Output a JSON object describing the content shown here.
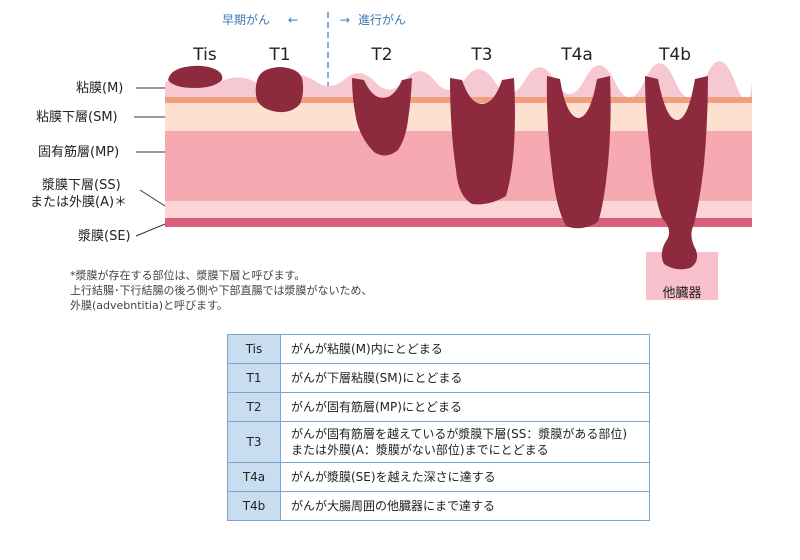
{
  "header": {
    "early_label": "早期がん",
    "advanced_label": "進行がん",
    "early_arrow": "←",
    "advanced_arrow": "→"
  },
  "stages": [
    "Tis",
    "T1",
    "T2",
    "T3",
    "T4a",
    "T4b"
  ],
  "layers": [
    {
      "label": "粘膜(M)"
    },
    {
      "label": "粘膜下層(SM)"
    },
    {
      "label": "固有筋層(MP)"
    },
    {
      "label": "漿膜下層(SS)",
      "label2": "または外膜(A)＊"
    },
    {
      "label": "漿膜(SE)"
    }
  ],
  "other_organ": "他臓器",
  "note": [
    "*漿膜が存在する部位は、漿膜下層と呼びます。",
    "上行結腸･下行結腸の後ろ側や下部直腸では漿膜がないため、",
    "外膜(advebntitia)と呼びます。"
  ],
  "table": [
    {
      "stage": "Tis",
      "desc": "がんが粘膜(M)内にとどまる"
    },
    {
      "stage": "T1",
      "desc": "がんが下層粘膜(SM)にとどまる"
    },
    {
      "stage": "T2",
      "desc": "がんが固有筋層(MP)にとどまる"
    },
    {
      "stage": "T3",
      "desc": "がんが固有筋層を越えているが漿膜下層(SS：漿膜がある部位)",
      "desc2": "または外膜(A：漿膜がない部位)までにとどまる"
    },
    {
      "stage": "T4a",
      "desc": "がんが漿膜(SE)を越えた深さに達する"
    },
    {
      "stage": "T4b",
      "desc": "がんが大腸周囲の他臓器にまで達する"
    }
  ],
  "colors": {
    "mucosa": "#f6c8d2",
    "muscularis_mucosae": "#f0a07e",
    "submucosa": "#fde0d0",
    "muscularis_propria": "#f6a9b0",
    "subserosa": "#fbd4d8",
    "serosa": "#d8607a",
    "tumor": "#8e2a3e",
    "table_border": "#7aa6cf",
    "table_stage_bg": "#c8ddf0",
    "phase_text": "#3a78b8"
  }
}
